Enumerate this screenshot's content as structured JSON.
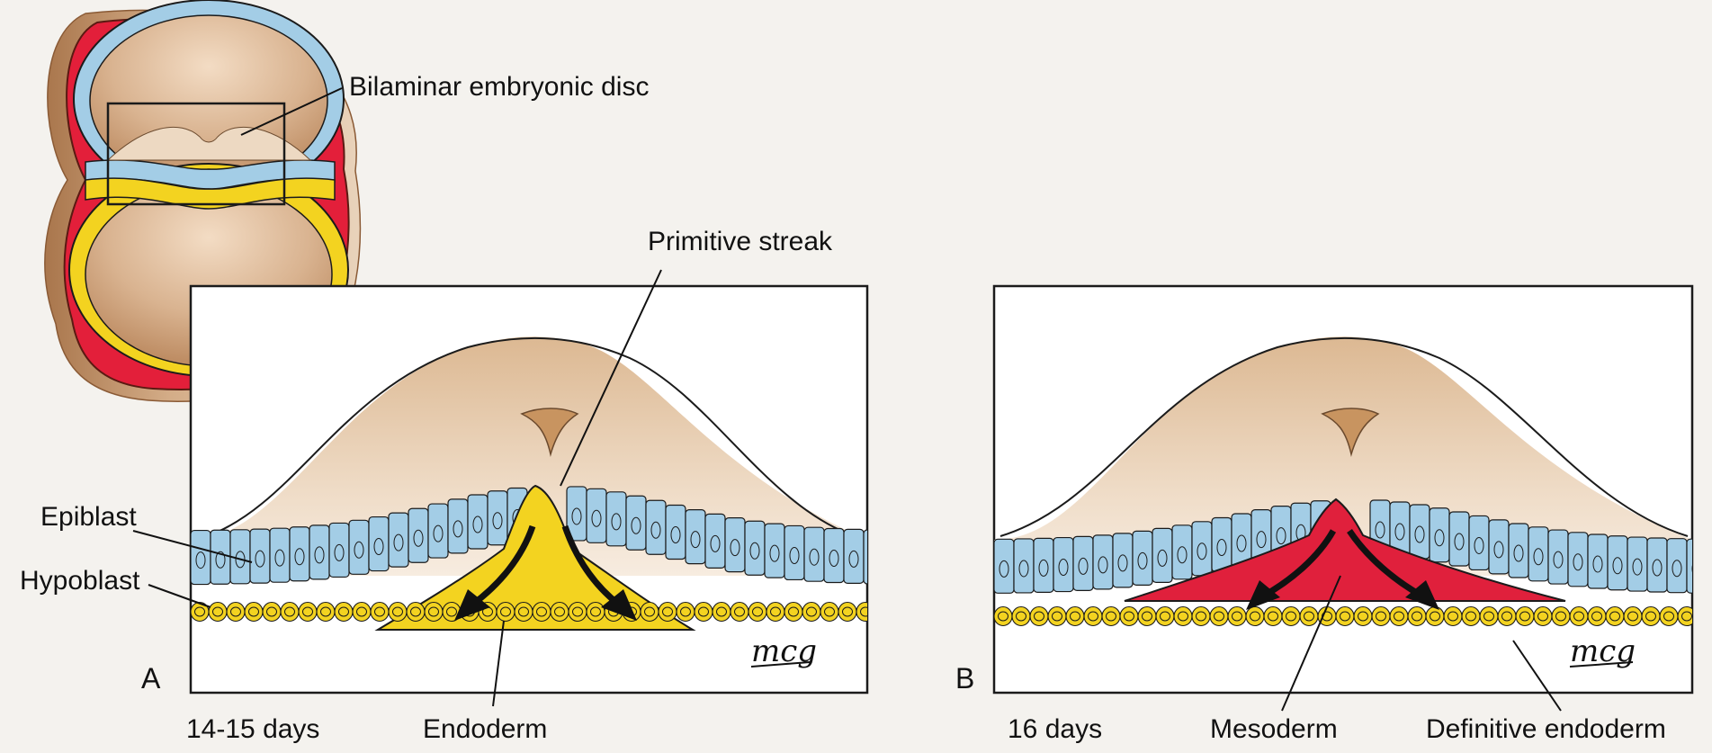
{
  "labels": {
    "bilaminar": "Bilaminar embryonic disc",
    "primitive_streak": "Primitive streak",
    "epiblast": "Epiblast",
    "hypoblast": "Hypoblast",
    "endoderm": "Endoderm",
    "mesoderm": "Mesoderm",
    "definitive_endoderm": "Definitive endoderm"
  },
  "panels": {
    "a": {
      "letter": "A",
      "age": "14-15 days",
      "signature": "mcg"
    },
    "b": {
      "letter": "B",
      "age": "16 days",
      "signature": "mcg"
    }
  },
  "colors": {
    "epiblast": "#a3cde6",
    "hypoblast": "#f3d320",
    "endoderm": "#f3d320",
    "mesoderm": "#e0203c",
    "amnion_cavity": "#c9a07a",
    "chorion": "#e31f3a"
  }
}
